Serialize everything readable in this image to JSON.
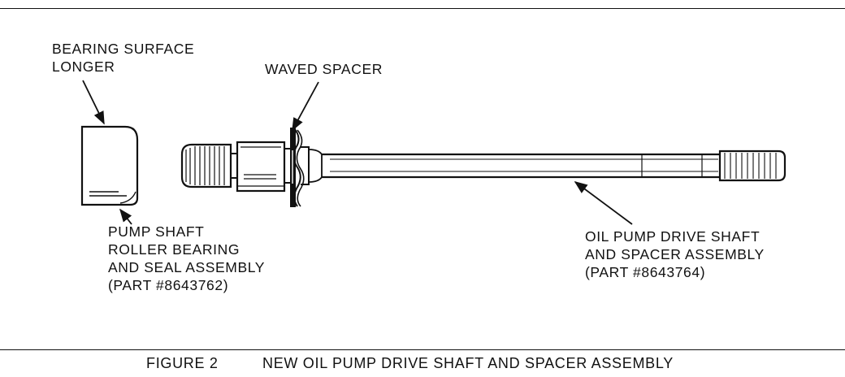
{
  "labels": {
    "bearing_surface": [
      "BEARING SURFACE",
      "LONGER"
    ],
    "waved_spacer": "WAVED SPACER",
    "roller_bearing": [
      "PUMP SHAFT",
      "ROLLER BEARING",
      "AND SEAL ASSEMBLY",
      "(PART #8643762)"
    ],
    "drive_shaft": [
      "OIL PUMP DRIVE SHAFT",
      "AND SPACER ASSEMBLY",
      "(PART #8643764)"
    ]
  },
  "caption": {
    "number": "FIGURE 2",
    "title": "NEW OIL PUMP DRIVE SHAFT AND SPACER ASSEMBLY"
  }
}
